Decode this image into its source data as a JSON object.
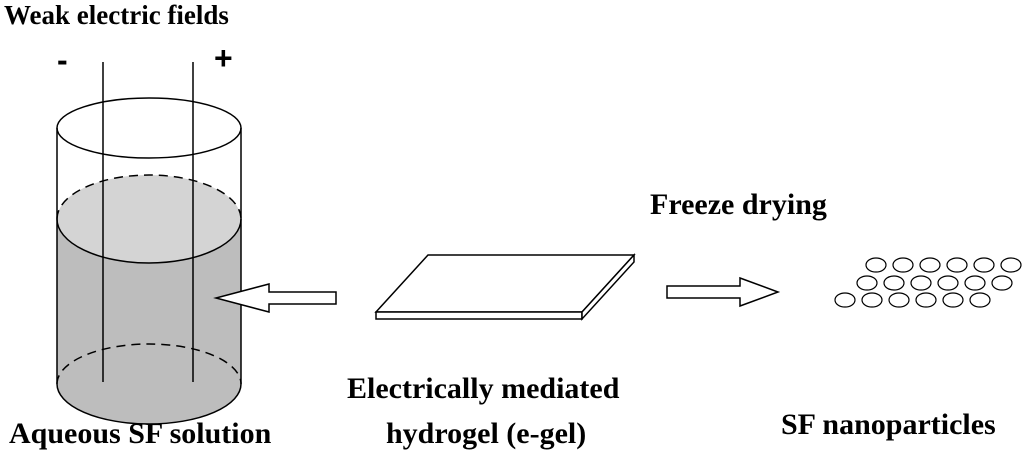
{
  "title": "Weak electric fields",
  "electrode_minus": "-",
  "electrode_plus": "+",
  "labels": {
    "solution": "Aqueous SF solution",
    "hydrogel_line1": "Electrically mediated",
    "hydrogel_line2": "hydrogel (e-gel)",
    "process": "Freeze drying",
    "nanoparticles": "SF nanoparticles"
  },
  "colors": {
    "stroke": "#000000",
    "liquid_body": "#bdbdbd",
    "liquid_top": "#d4d4d4",
    "background": "#ffffff"
  },
  "nanoparticles": {
    "rows": 3,
    "count": 18
  }
}
